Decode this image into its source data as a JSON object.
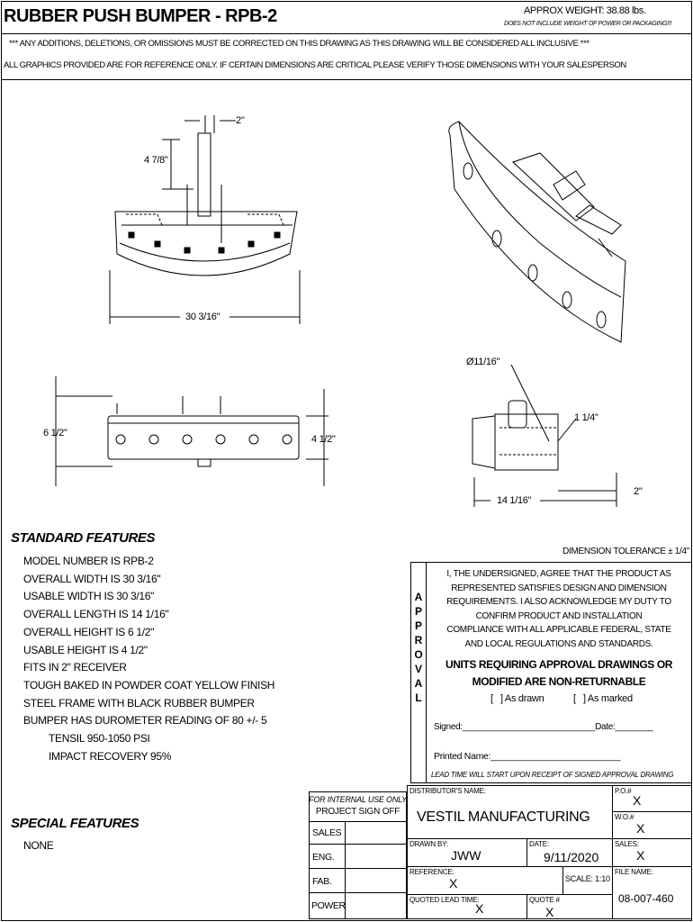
{
  "title": "RUBBER PUSH BUMPER - RPB-2",
  "weight": "APPROX WEIGHT: 38.88 lbs.",
  "weight_note": "DOES NOT INCLUDE WEIGHT OF POWER OR PACKAGING!!!",
  "notice_1": "*** ANY ADDITIONS, DELETIONS, OR OMISSIONS MUST BE CORRECTED ON THIS DRAWING AS THIS DRAWING WILL BE CONSIDERED ALL INCLUSIVE ***",
  "notice_2": "ALL GRAPHICS PROVIDED ARE FOR REFERENCE ONLY. IF CERTAIN DIMENSIONS ARE CRITICAL PLEASE VERIFY THOSE DIMENSIONS WITH YOUR SALESPERSON",
  "dims": {
    "top_width": "2\"",
    "top_height": "4 7/8\"",
    "front_width": "30 3/16\"",
    "side_overall": "6 1/2\"",
    "side_usable": "4 1/2\"",
    "hole": "Ø11/16\"",
    "end_a": "1 1/4\"",
    "end_length": "14 1/16\"",
    "end_b": "2\""
  },
  "standard_features": {
    "heading": "STANDARD FEATURES",
    "items": [
      "MODEL NUMBER IS RPB-2",
      "OVERALL WIDTH IS  30 3/16\"",
      "USABLE WIDTH IS 30 3/16\"",
      "OVERALL LENGTH IS 14 1/16\"",
      "OVERALL HEIGHT IS 6 1/2\"",
      "USABLE HEIGHT IS 4 1/2\"",
      "FITS IN 2\" RECEIVER",
      "TOUGH BAKED IN POWDER COAT YELLOW FINISH",
      "STEEL FRAME WITH BLACK RUBBER BUMPER",
      "BUMPER HAS DUROMETER READING OF 80 +/- 5"
    ],
    "sub_items": [
      "TENSIL 950-1050 PSI",
      "IMPACT RECOVERY 95%"
    ]
  },
  "special_features": {
    "heading": "SPECIAL FEATURES",
    "items": [
      "NONE"
    ]
  },
  "tolerance": "DIMENSION TOLERANCE ± 1/4\"",
  "approval": {
    "side_label": "APPROVAL",
    "statement": [
      "I, THE UNDERSIGNED, AGREE THAT THE PRODUCT AS",
      "REPRESENTED SATISFIES DESIGN AND DIMENSION",
      "REQUIREMENTS.  I ALSO ACKNOWLEDGE MY DUTY TO",
      "CONFIRM PRODUCT AND INSTALLATION",
      "COMPLIANCE WITH ALL APPLICABLE FEDERAL, STATE",
      "AND LOCAL REGULATIONS AND STANDARDS."
    ],
    "warning_1": "UNITS REQUIRING APPROVAL DRAWINGS OR",
    "warning_2": "MODIFIED ARE NON-RETURNABLE",
    "option_drawn": "[   ] As drawn",
    "option_marked": "[   ] As marked",
    "signed": "Signed:____________________________Date:________",
    "printed": "Printed Name:__________________________",
    "lead_time": "LEAD TIME WILL START UPON RECEIPT OF SIGNED APPROVAL DRAWING"
  },
  "internal": {
    "line1": "FOR INTERNAL USE ONLY",
    "line2": "PROJECT SIGN OFF",
    "rows": [
      "SALES",
      "ENG.",
      "FAB.",
      "POWER"
    ]
  },
  "title_block": {
    "distributor_label": "DISTRIBUTOR'S NAME:",
    "distributor": "VESTIL MANUFACTURING",
    "po_label": "P.O.#",
    "po": "X",
    "wo_label": "W.O.#",
    "wo": "X",
    "drawn_label": "DRAWN BY:",
    "drawn": "JWW",
    "date_label": "DATE:",
    "date": "9/11/2020",
    "sales_label": "SALES:",
    "sales": "X",
    "reference_label": "REFERENCE:",
    "reference": "X",
    "scale": "SCALE: 1:10",
    "file_label": "FILE NAME:",
    "file": "08-007-460",
    "lead_label": "QUOTED LEAD TIME:",
    "lead": "X",
    "quote_label": "QUOTE #",
    "quote": "X"
  }
}
